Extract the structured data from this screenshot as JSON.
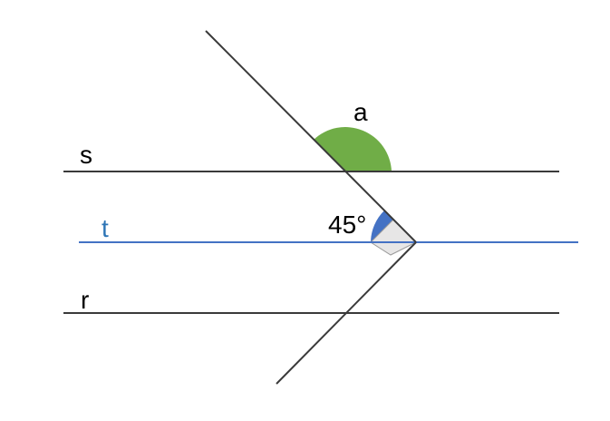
{
  "diagram": {
    "labels": {
      "s": "s",
      "t": "t",
      "r": "r",
      "a": "a",
      "angle_45": "45°"
    },
    "colors": {
      "line": "#3a3a3a",
      "line_t": "#4472c4",
      "label_t": "#2e75b6",
      "angle_a_fill": "#70ad47",
      "angle_45_fill": "#4472c4",
      "right_angle_fill": "#e7e6e6"
    }
  }
}
